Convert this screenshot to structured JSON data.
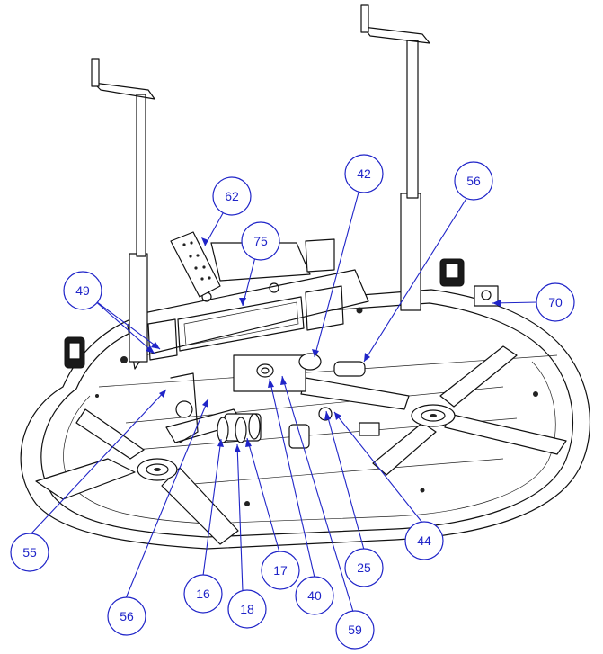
{
  "colors": {
    "callout": "#1f24c8",
    "line_art": "#111111",
    "background": "#ffffff"
  },
  "callouts": [
    {
      "id": "c62",
      "label": "62"
    },
    {
      "id": "c75",
      "label": "75"
    },
    {
      "id": "c42",
      "label": "42"
    },
    {
      "id": "c56a",
      "label": "56"
    },
    {
      "id": "c49",
      "label": "49"
    },
    {
      "id": "c70",
      "label": "70"
    },
    {
      "id": "c55",
      "label": "55"
    },
    {
      "id": "c44",
      "label": "44"
    },
    {
      "id": "c25",
      "label": "25"
    },
    {
      "id": "c17",
      "label": "17"
    },
    {
      "id": "c16",
      "label": "16"
    },
    {
      "id": "c40",
      "label": "40"
    },
    {
      "id": "c56b",
      "label": "56"
    },
    {
      "id": "c18",
      "label": "18"
    },
    {
      "id": "c59",
      "label": "59"
    }
  ]
}
